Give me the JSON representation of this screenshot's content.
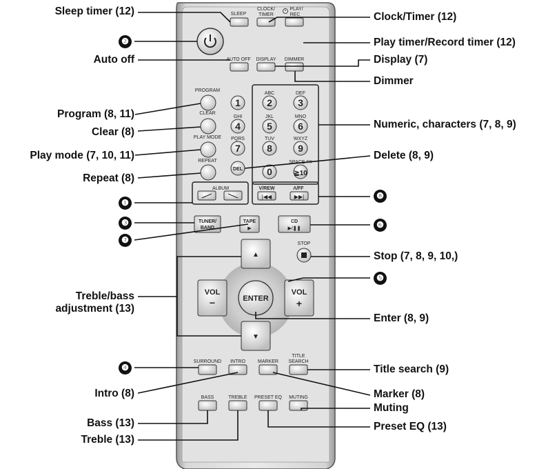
{
  "remote": {
    "buttons": {
      "sleep": "SLEEP",
      "clock_timer_1": "CLOCK/",
      "clock_timer_2": "TIMER",
      "play_rec_1": "PLAY/",
      "play_rec_2": "REC",
      "auto_off": "AUTO OFF",
      "display": "DISPLAY",
      "dimmer": "DIMMER",
      "program": "PROGRAM",
      "clear": "CLEAR",
      "play_mode": "PLAY MODE",
      "repeat": "REPEAT",
      "del": "DEL",
      "album": "ALBUM",
      "rew": "V/REW",
      "ff": "Λ/FF",
      "tuner_band_1": "TUNER/",
      "tuner_band_2": "BAND",
      "tape": "TAPE",
      "cd": "CD",
      "stop": "STOP",
      "vol": "VOL",
      "enter": "ENTER",
      "surround": "SURROUND",
      "intro": "INTRO",
      "marker": "MARKER",
      "title_search_1": "TITLE",
      "title_search_2": "SEARCH",
      "bass": "BASS",
      "treble": "TREBLE",
      "preset_eq": "PRESET EQ",
      "muting": "MUTING"
    },
    "keypad": [
      {
        "digit": "1",
        "letters": ""
      },
      {
        "digit": "2",
        "letters": "ABC"
      },
      {
        "digit": "3",
        "letters": "DEF"
      },
      {
        "digit": "4",
        "letters": "GHI"
      },
      {
        "digit": "5",
        "letters": "JKL"
      },
      {
        "digit": "6",
        "letters": "MNO"
      },
      {
        "digit": "7",
        "letters": "PQRS"
      },
      {
        "digit": "8",
        "letters": "TUV"
      },
      {
        "digit": "9",
        "letters": "WXYZ"
      },
      {
        "digit": "0",
        "letters": ""
      },
      {
        "digit": "≧10",
        "letters": "SPACE !\"#"
      }
    ]
  },
  "callouts": {
    "left": [
      "Sleep timer (12)",
      "Auto off",
      "Program (8, 11)",
      "Clear (8)",
      "Play mode (7, 10, 11)",
      "Repeat (8)",
      "Treble/bass",
      "adjustment (13)",
      "Intro (8)",
      "Bass (13)",
      "Treble (13)"
    ],
    "right": [
      "Clock/Timer (12)",
      "Play timer/Record timer (12)",
      "Display (7)",
      "Dimmer",
      "Numeric, characters (7, 8, 9)",
      "Delete (8, 9)",
      "Stop (7, 8, 9, 10,)",
      "Enter (8, 9)",
      "Title search (9)",
      "Marker (8)",
      "Muting",
      "Preset EQ (13)"
    ],
    "badges": [
      "❷",
      "❶",
      "❸",
      "❼",
      "❹",
      "❽",
      "❻",
      "❺"
    ]
  }
}
